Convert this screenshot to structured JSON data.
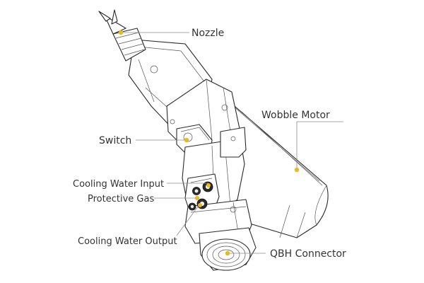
{
  "diagram": {
    "accent_color": "#e8b820",
    "labels": {
      "nozzle": "Nozzle",
      "wobble_motor": "Wobble Motor",
      "switch": "Switch",
      "cooling_water_input": "Cooling Water Input",
      "protective_gas": "Protective Gas",
      "cooling_water_output": "Cooling Water Output",
      "qbh_connector": "QBH Connector"
    }
  }
}
